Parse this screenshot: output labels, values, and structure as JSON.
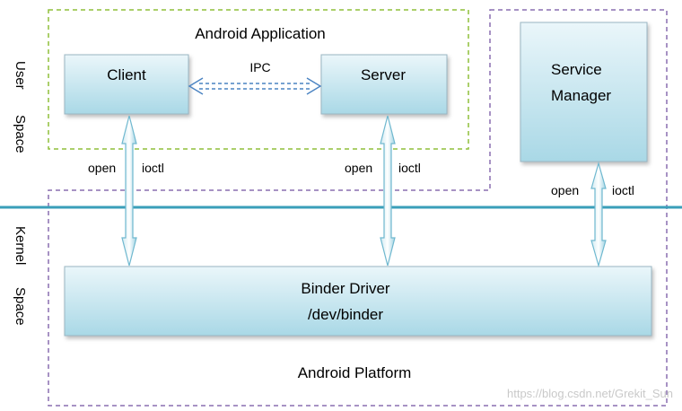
{
  "space_labels": {
    "user_line1": "User",
    "user_line2": "Space",
    "kernel_line1": "Kernel",
    "kernel_line2": "Space"
  },
  "android_application": "Android Application",
  "client": "Client",
  "server": "Server",
  "ipc": "IPC",
  "service_manager_line1": "Service",
  "service_manager_line2": "Manager",
  "binder_driver_line1": "Binder Driver",
  "binder_driver_line2": "/dev/binder",
  "android_platform": "Android Platform",
  "call_labels": {
    "open": "open",
    "ioctl": "ioctl"
  },
  "watermark": "https://blog.csdn.net/Grekit_Sun",
  "colors": {
    "app_border": "#8fbf3a",
    "platform_border": "#8a6fb0",
    "divider": "#3a9fb9",
    "box_top": "#eaf6fa",
    "box_bottom": "#a9d8e6",
    "box_border": "#9ab6c3",
    "ipc_arrow": "#4a83c2"
  }
}
